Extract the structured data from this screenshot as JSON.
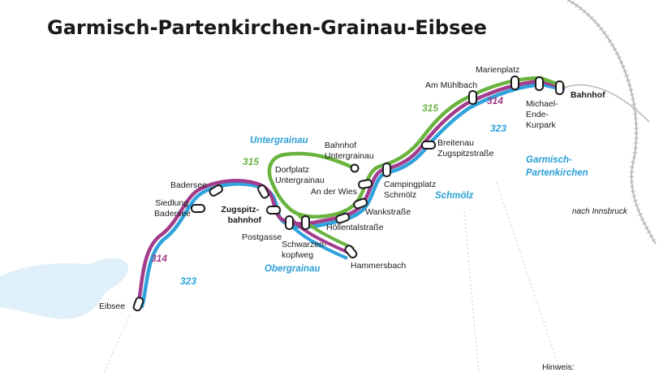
{
  "title": "Garmisch-Partenkirchen-Grainau-Eibsee",
  "colors": {
    "line_315": "#6ab33f",
    "line_314": "#a23c8b",
    "line_323": "#2fa2dc",
    "place_label": "#2a9fd6",
    "lake": "#dff0fa",
    "rail": "#b8b8b8"
  },
  "routes": [
    {
      "number": "315",
      "color": "#6ab33f"
    },
    {
      "number": "314",
      "color": "#a23c8b"
    },
    {
      "number": "323",
      "color": "#2fa2dc"
    }
  ],
  "stops": {
    "eibsee": "Eibsee",
    "siedlung_badersee": [
      "Siedlung",
      "Badersee"
    ],
    "badersee": "Badersee",
    "zugspitzbahnhof": [
      "Zugspitz-",
      "bahnhof"
    ],
    "postgasse": "Postgasse",
    "schwarzenkopfweg": [
      "Schwarzen-",
      "kopfweg"
    ],
    "dorfplatz": [
      "Dorfplatz",
      "Untergrainau"
    ],
    "bahnhof_untergrainau": [
      "Bahnhof",
      "Untergrainau"
    ],
    "an_der_wies": "An der Wies",
    "wankstrasse": "Wankstraße",
    "hoellentalstrasse": "Höllentalstraße",
    "hammersbach": "Hammersbach",
    "campingplatz": [
      "Campingplatz",
      "Schmölz"
    ],
    "breitenau": [
      "Breitenau",
      "Zugspitzstraße"
    ],
    "am_muehlbach": "Am Mühlbach",
    "marienplatz": "Marienplatz",
    "michael_ende": [
      "Michael-",
      "Ende-",
      "Kurpark"
    ],
    "bahnhof": "Bahnhof"
  },
  "places": {
    "untergrainau": "Untergrainau",
    "obergrainau": "Obergrainau",
    "schmoelz": "Schmölz",
    "garmisch": [
      "Garmisch-",
      "Partenkirchen"
    ]
  },
  "notes": {
    "nach_innsbruck": "nach Innsbruck",
    "hinweis": "Hinweis:"
  },
  "route_labels": {
    "r315_a": "315",
    "r315_b": "315",
    "r314_a": "314",
    "r314_b": "314",
    "r323_a": "323",
    "r323_b": "323"
  }
}
